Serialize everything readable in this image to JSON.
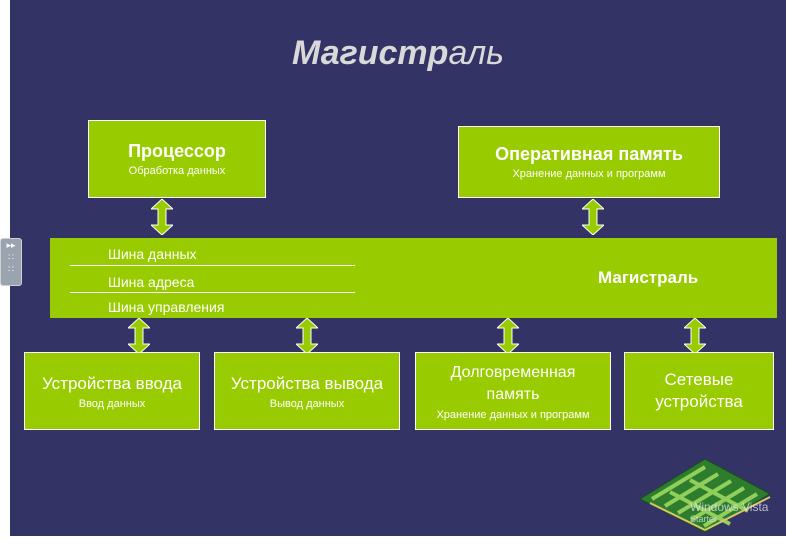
{
  "title": {
    "part1": "Магистр",
    "part2": "аль"
  },
  "boxes": {
    "cpu": {
      "title": "Процессор",
      "subtitle": "Обработка данных"
    },
    "ram": {
      "title": "Оперативная память",
      "subtitle": "Хранение данных и программ"
    },
    "input": {
      "title": "Устройства ввода",
      "subtitle": "Ввод данных"
    },
    "output": {
      "title": "Устройства вывода",
      "subtitle": "Вывод данных"
    },
    "storage": {
      "line1": "Долговременная",
      "line2": "память",
      "subtitle": "Хранение данных и программ"
    },
    "network": {
      "line1": "Сетевые",
      "line2": "устройства"
    }
  },
  "bus": {
    "data_bus": "Шина данных",
    "address_bus": "Шина адреса",
    "control_bus": "Шина управления",
    "label": "Магистраль"
  },
  "watermark": {
    "line1": "Windows Vista",
    "line2": "Starter"
  },
  "colors": {
    "background": "#333366",
    "box": "#99cc00",
    "text": "#ffffff"
  }
}
